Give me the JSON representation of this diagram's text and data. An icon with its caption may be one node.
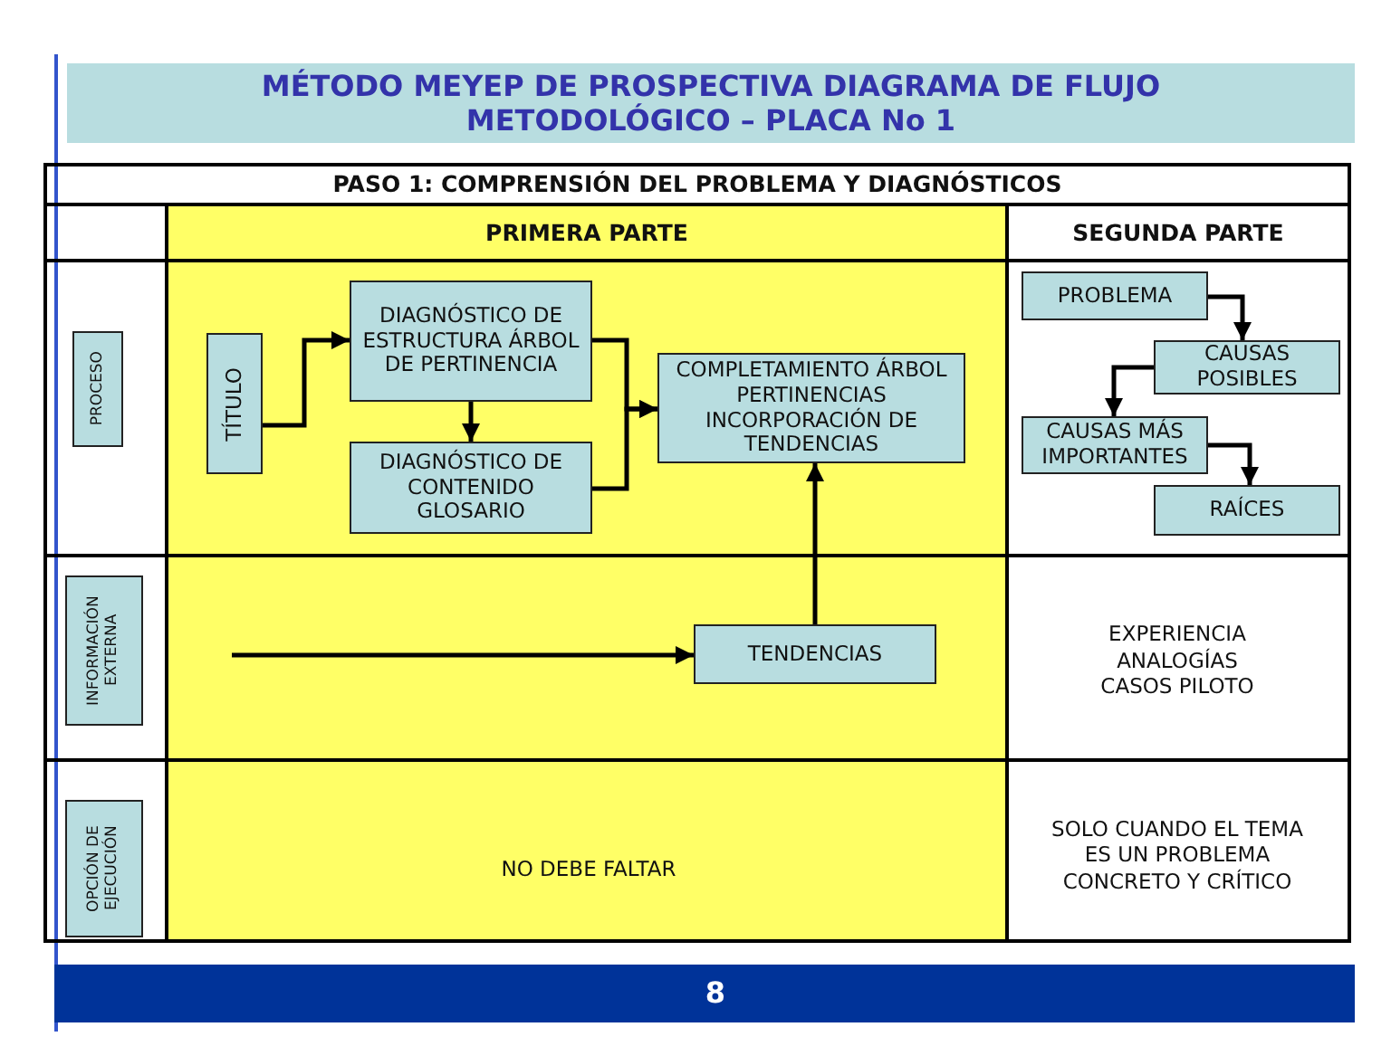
{
  "diagram": {
    "title": "MÉTODO MEYEP DE PROSPECTIVA DIAGRAMA DE FLUJO METODOLÓGICO – PLACA No 1",
    "nodes": [
      {
        "text": [
          "PROCESO"
        ]
      },
      {
        "text": [
          "TÍTULO"
        ]
      },
      {
        "text": [
          "DIAGNÓSTICO DE ESTRUCTURA ÁRBOL DE PERTINENCIA"
        ]
      },
      {
        "text": [
          "DIAGNÓSTICO DE CONTENIDO GLOSARIO"
        ]
      },
      {
        "text": [
          "COMPLETAMIENTO ÁRBOL PERTINENCIAS INCORPORACIÓN DE TENDENCIAS"
        ]
      },
      {
        "text": [
          "PROBLEMA"
        ]
      },
      {
        "text": [
          "CAUSAS POSIBLES"
        ]
      },
      {
        "text": [
          "CAUSAS MÁS IMPORTANTES"
        ]
      },
      {
        "text": [
          "RAÍCES"
        ]
      },
      {
        "text": [
          "INFORMACIÓN EXTERNA"
        ]
      },
      {
        "text": [
          "TENDENCIAS"
        ]
      },
      {
        "text": [
          "OPCIÓN DE EJECUCIÓN"
        ]
      }
    ],
    "edges": [
      {
        "from": 1,
        "to": 2,
        "arrow": "to"
      },
      {
        "from": 2,
        "to": 3,
        "arrow": "to"
      },
      {
        "from": 2,
        "to": 4,
        "arrow": "to"
      },
      {
        "from": 3,
        "to": 4,
        "arrow": "to"
      },
      {
        "from": 10,
        "to": 4,
        "arrow": "to"
      },
      {
        "from": 5,
        "to": 6,
        "arrow": "to"
      },
      {
        "from": 6,
        "to": 7,
        "arrow": "to"
      },
      {
        "from": 7,
        "to": 8,
        "arrow": "to"
      },
      {
        "from": null,
        "to": 10,
        "arrow": "to"
      }
    ],
    "labels": [
      "PASO 1: COMPRENSIÓN DEL PROBLEMA Y DIAGNÓSTICOS",
      "PRIMERA PARTE",
      "SEGUNDA PARTE",
      "EXPERIENCIA ANALOGÍAS CASOS PILOTO",
      "NO DEBE FALTAR",
      "SOLO CUANDO EL TEMA ES UN PROBLEMA CONCRETO Y CRÍTICO",
      "8"
    ]
  }
}
